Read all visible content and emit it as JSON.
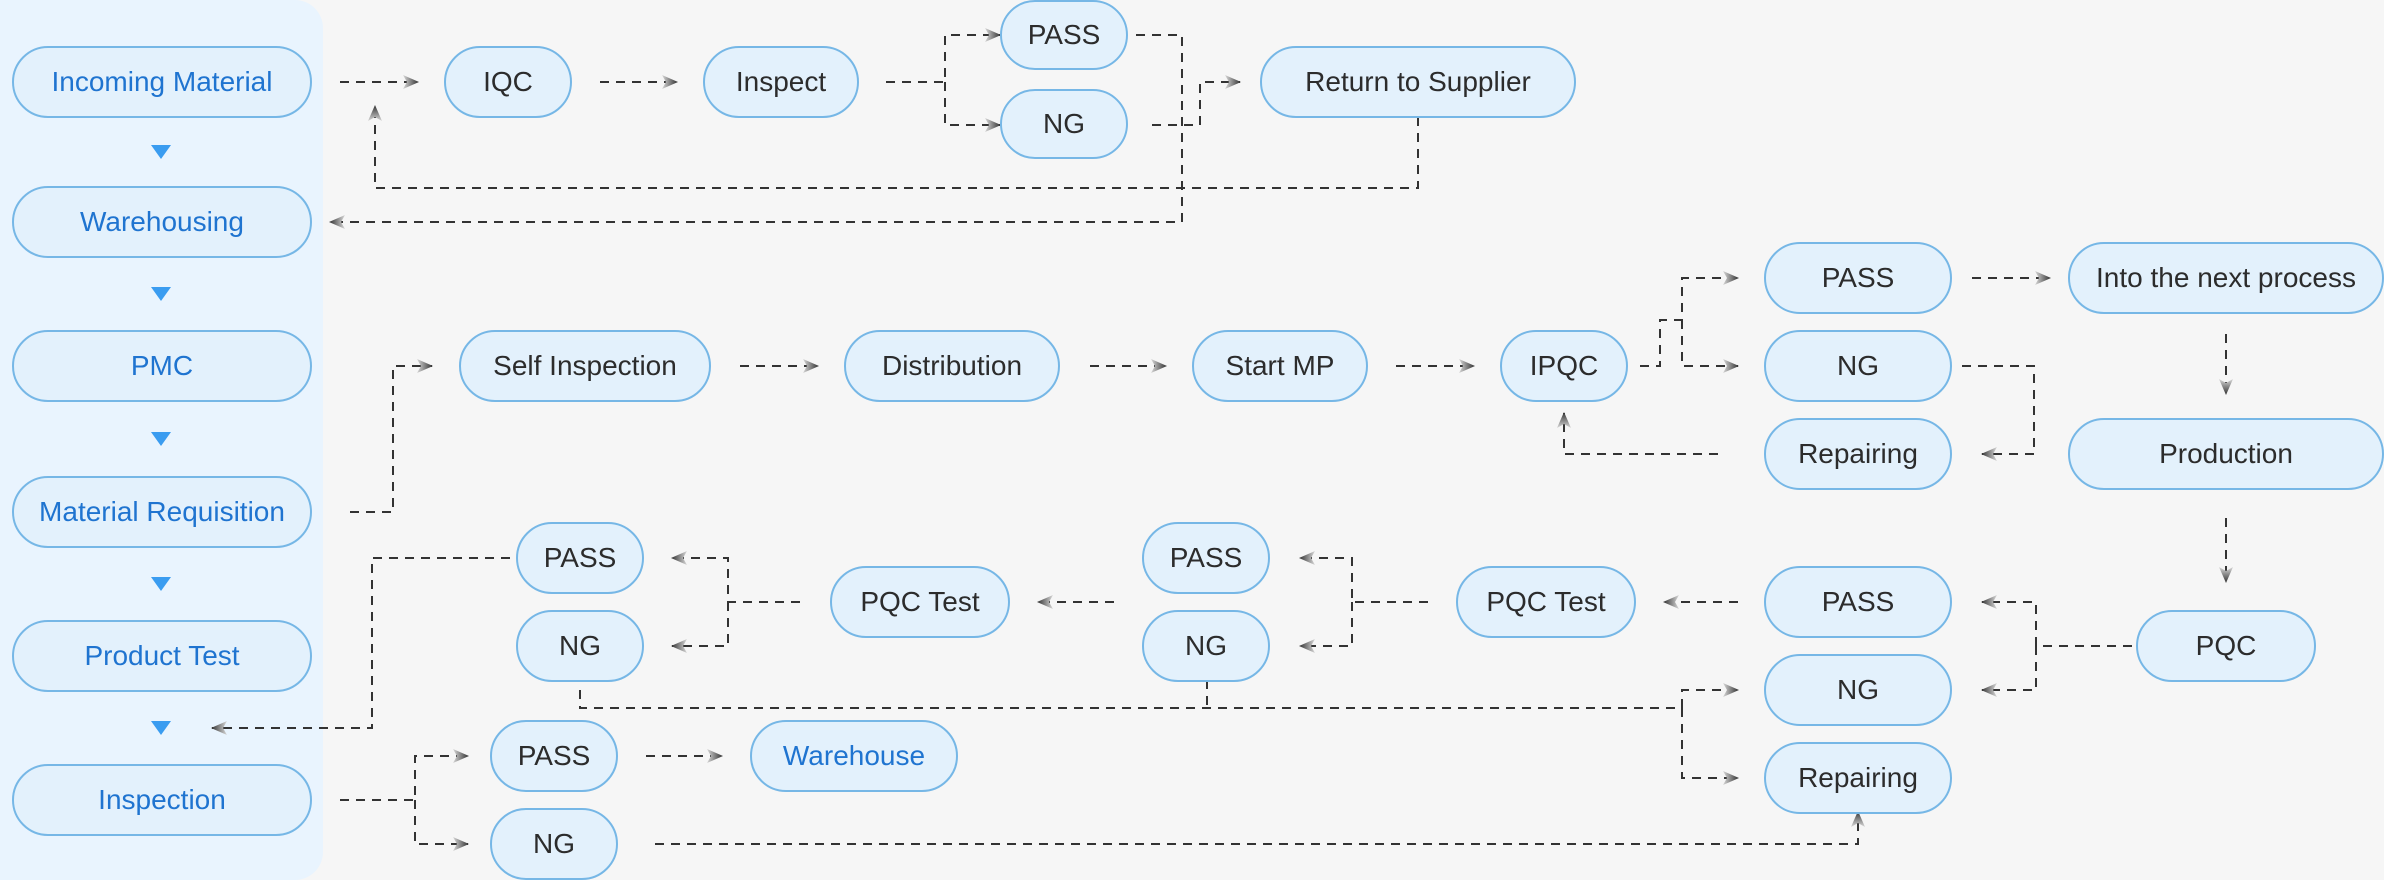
{
  "nodes": {
    "incoming_material": "Incoming Material",
    "warehousing": "Warehousing",
    "pmc": "PMC",
    "material_requisition": "Material Requisition",
    "product_test": "Product Test",
    "inspection": "Inspection",
    "iqc": "IQC",
    "inspect": "Inspect",
    "iqc_pass": "PASS",
    "iqc_ng": "NG",
    "return_to_supplier": "Return to Supplier",
    "self_inspection": "Self Inspection",
    "distribution": "Distribution",
    "start_mp": "Start MP",
    "ipqc": "IPQC",
    "ipqc_pass": "PASS",
    "ipqc_ng": "NG",
    "ipqc_repairing": "Repairing",
    "into_next_process": "Into the next process",
    "production": "Production",
    "pqc": "PQC",
    "pqc_pass": "PASS",
    "pqc_ng": "NG",
    "pqc_repairing": "Repairing",
    "pqc_test_1": "PQC Test",
    "pqc_test_1_pass": "PASS",
    "pqc_test_1_ng": "NG",
    "pqc_test_2": "PQC Test",
    "pqc_test_2_pass": "PASS",
    "pqc_test_2_ng": "NG",
    "inspection_pass": "PASS",
    "inspection_ng": "NG",
    "warehouse": "Warehouse"
  },
  "colors": {
    "panel": "#e9f4fe",
    "node_fill": "#e3f1fc",
    "node_border": "#76b7e6",
    "sidebar_text": "#1f74d0",
    "text": "#2c2c2c",
    "connector": "#333333",
    "down_arrow": "#3a9cf0"
  },
  "icons": {
    "sidebar_step": "down-triangle-icon",
    "connector_head": "arrowhead-icon"
  }
}
